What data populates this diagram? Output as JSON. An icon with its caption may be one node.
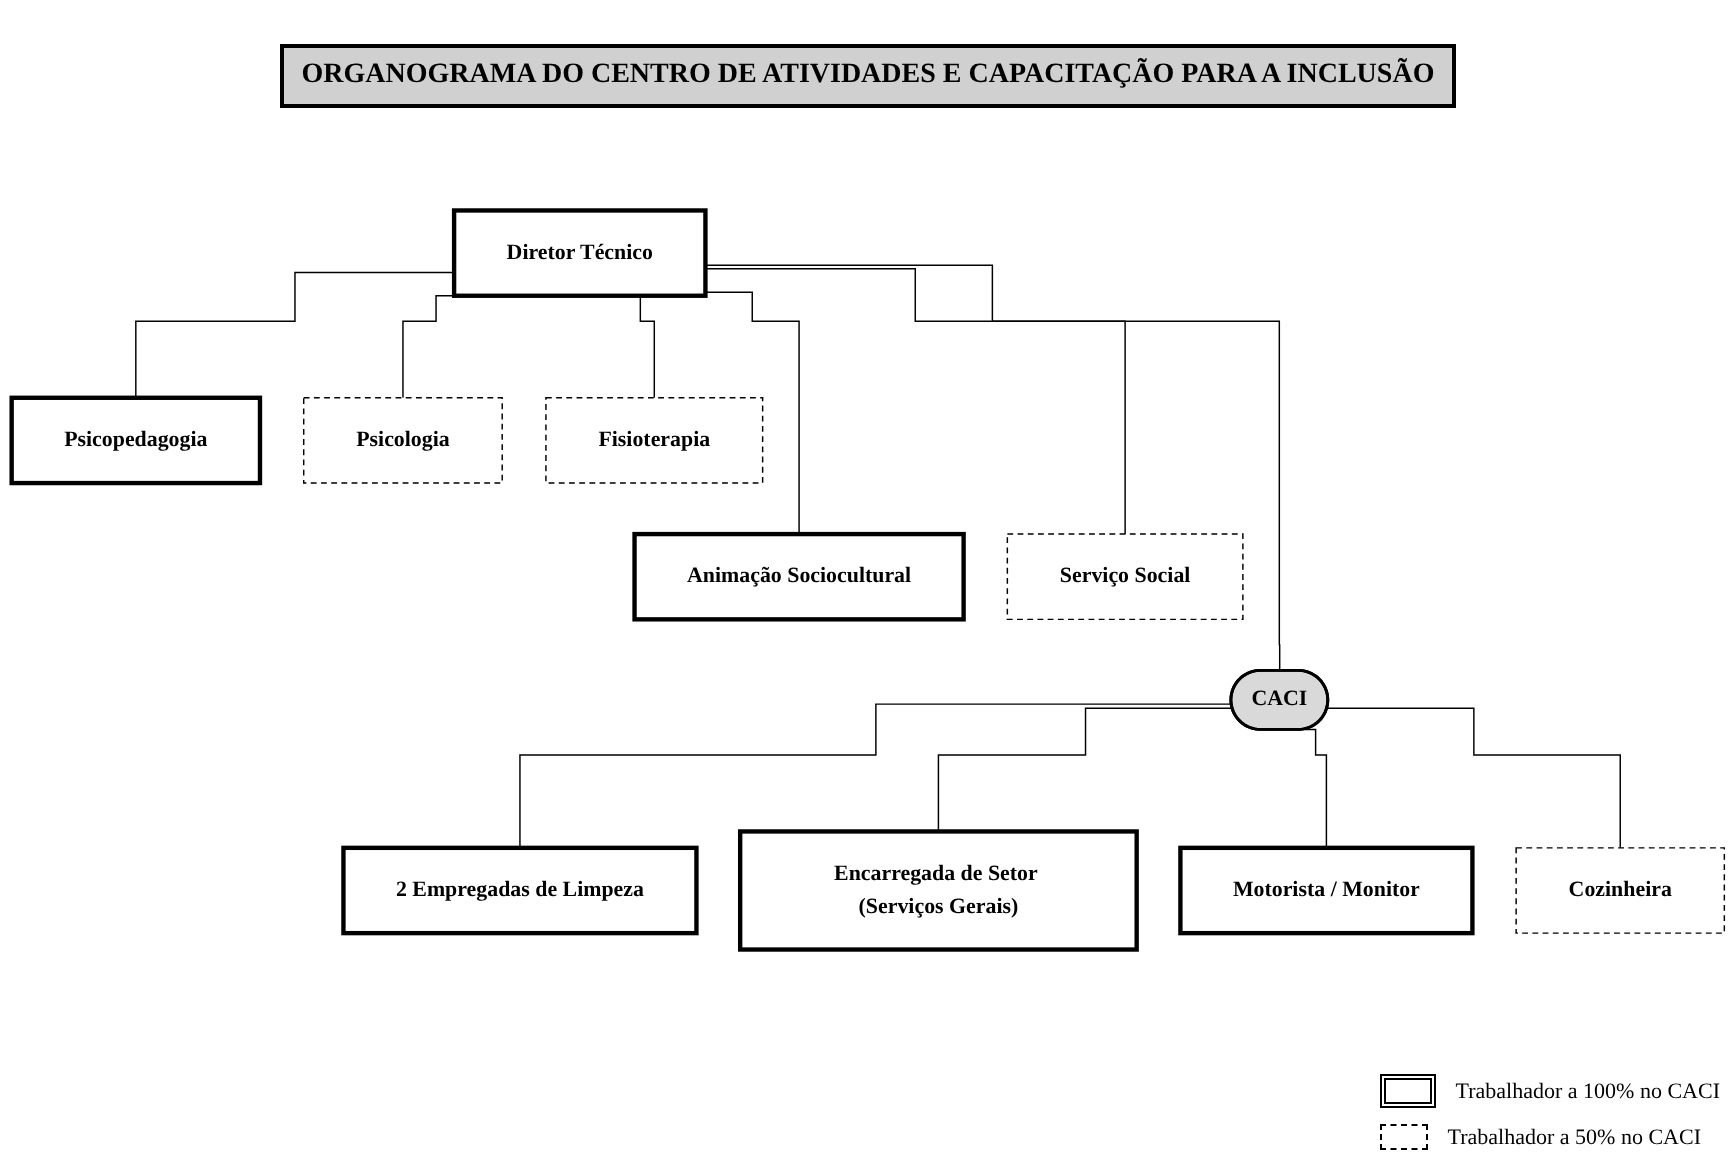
{
  "diagram": {
    "title": "ORGANOGRAMA DO CENTRO DE ATIVIDADES E CAPACITAÇÃO PARA A INCLUSÃO",
    "nodes": [
      {
        "text": [
          "Diretor Técnico"
        ]
      },
      {
        "text": [
          "Psicopedagogia"
        ]
      },
      {
        "text": [
          "Psicologia"
        ]
      },
      {
        "text": [
          "Fisioterapia"
        ]
      },
      {
        "text": [
          "Animação Sociocultural"
        ]
      },
      {
        "text": [
          "Serviço Social"
        ]
      },
      {
        "text": [
          "CACI"
        ]
      },
      {
        "text": [
          "2 Empregadas de Limpeza"
        ]
      },
      {
        "text": [
          "Encarregada de Setor (Serviços Gerais)"
        ]
      },
      {
        "text": [
          "Motorista / Monitor"
        ]
      },
      {
        "text": [
          "Cozinheira"
        ]
      }
    ],
    "edges": [
      {
        "from": 0,
        "to": 1,
        "arrow": "none"
      },
      {
        "from": 0,
        "to": 2,
        "arrow": "none"
      },
      {
        "from": 0,
        "to": 3,
        "arrow": "none"
      },
      {
        "from": 0,
        "to": 4,
        "arrow": "none"
      },
      {
        "from": 0,
        "to": 5,
        "arrow": "none"
      },
      {
        "from": 0,
        "to": 6,
        "arrow": "none"
      },
      {
        "from": 6,
        "to": 7,
        "arrow": "none"
      },
      {
        "from": 6,
        "to": 8,
        "arrow": "none"
      },
      {
        "from": 6,
        "to": 9,
        "arrow": "none"
      },
      {
        "from": 6,
        "to": 10,
        "arrow": "none"
      }
    ],
    "legend": [
      {
        "text": "Trabalhador a 100% no CACI"
      },
      {
        "text": "Trabalhador a 50% no CACI"
      }
    ]
  }
}
